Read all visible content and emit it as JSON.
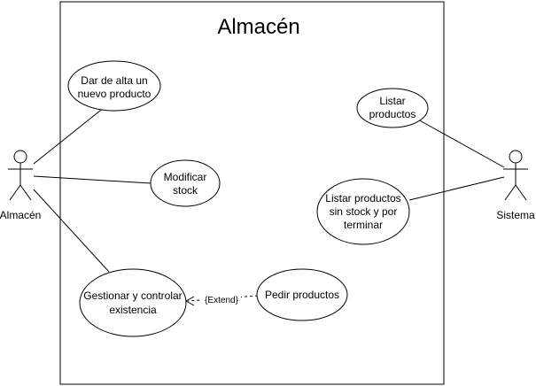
{
  "diagram": {
    "system_title": "Almacén",
    "actors": {
      "left": "Almacén",
      "right": "Sistema"
    },
    "use_cases": {
      "alta": [
        "Dar de alta un",
        "nuevo producto"
      ],
      "modificar": [
        "Modificar",
        "stock"
      ],
      "gestionar": [
        "Gestionar y controlar",
        "existencia"
      ],
      "pedir": [
        "Pedir productos"
      ],
      "listar": [
        "Listar",
        "productos"
      ],
      "listar_sin_stock": [
        "Listar productos",
        "sin stock y por",
        "terminar"
      ]
    },
    "relations": {
      "extend_label": "{Extend}"
    }
  }
}
